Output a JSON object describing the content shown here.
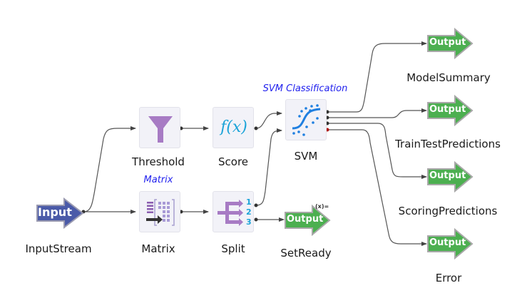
{
  "nodes": {
    "input": {
      "arrow_text": "Input",
      "label": "InputStream",
      "color": "#4a5aa8"
    },
    "threshold": {
      "label": "Threshold",
      "icon": "funnel-icon"
    },
    "score": {
      "label": "Score",
      "icon": "function-icon",
      "glyph": "f(x)"
    },
    "matrix": {
      "label": "Matrix",
      "caption": "Matrix",
      "icon": "matrix-icon"
    },
    "split": {
      "label": "Split",
      "icon": "split-icon",
      "ports": [
        "1",
        "2",
        "3"
      ]
    },
    "svm": {
      "label": "SVM",
      "caption": "SVM Classification",
      "icon": "svm-curve-icon"
    },
    "set_ready": {
      "arrow_text": "Output",
      "label": "SetReady",
      "badge": "(x)="
    },
    "model_summary": {
      "arrow_text": "Output",
      "label": "ModelSummary"
    },
    "train_test_predictions": {
      "arrow_text": "Output",
      "label": "TrainTestPredictions"
    },
    "scoring_predictions": {
      "arrow_text": "Output",
      "label": "ScoringPredictions"
    },
    "error": {
      "arrow_text": "Output",
      "label": "Error"
    }
  },
  "colors": {
    "output_arrow": "#4caf50",
    "input_arrow": "#4a5aa8",
    "icon_purple": "#a77bc4",
    "icon_blue": "#1f7fe0",
    "split_numbers": "#1aa3d8",
    "error_port": "#b01010",
    "wire": "#555555",
    "caption": "#2222ee"
  },
  "connections": [
    {
      "from": "input",
      "to": "threshold"
    },
    {
      "from": "input",
      "to": "matrix"
    },
    {
      "from": "threshold",
      "to": "score"
    },
    {
      "from": "score",
      "to": "svm"
    },
    {
      "from": "matrix",
      "to": "split"
    },
    {
      "from": "split",
      "to": "svm"
    },
    {
      "from": "split",
      "to": "set_ready"
    },
    {
      "from": "svm",
      "to": "model_summary"
    },
    {
      "from": "svm",
      "to": "train_test_predictions"
    },
    {
      "from": "svm",
      "to": "scoring_predictions"
    },
    {
      "from": "svm",
      "to": "error"
    }
  ]
}
